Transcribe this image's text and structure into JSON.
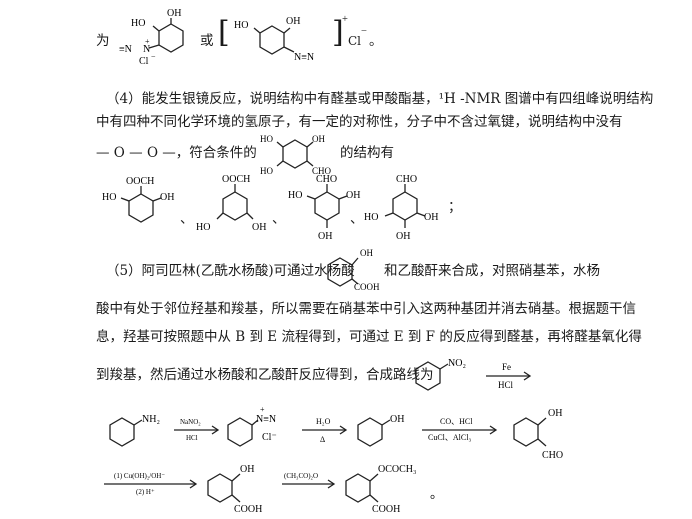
{
  "line1": {
    "prefix": "为",
    "or": "或",
    "plus": "+",
    "period": "。"
  },
  "mol_a": {
    "oh1": "HO",
    "oh2": "OH",
    "n2": "N",
    "n_eq": "≡N",
    "cl": "Cl",
    "plus": "+",
    "minus": "−"
  },
  "mol_b": {
    "oh1": "HO",
    "oh2": "OH",
    "n_eq": "N≡N",
    "cl": "Cl",
    "minus": "−"
  },
  "part4": {
    "l1": "（4）能发生银镜反应，说明结构中有醛基或甲酸酯基，¹H -NMR 图谱中有四组峰说明结构",
    "l2": "中有四种不同化学环境的氢原子，有一定的对称性，分子中不含过氧键，说明结构中没有",
    "l3a": "— O — O —，符合条件的",
    "l3b": "的结构有",
    "q_mol": {
      "ho": "HO",
      "oh_top": "OH",
      "ho2": "HO",
      "cho": "CHO"
    }
  },
  "isomers": [
    {
      "top": "OOCH",
      "left": "HO",
      "right": "OH",
      "bottom": ""
    },
    {
      "top": "OOCH",
      "left": "HO",
      "right": "OH",
      "bottom": ""
    },
    {
      "top": "CHO",
      "left": "HO",
      "right": "OH",
      "bottom": "OH"
    },
    {
      "top": "CHO",
      "left": "HO",
      "right": "OH",
      "bottom": "OH"
    }
  ],
  "isomer_sep": "、",
  "isomer_end": "；",
  "part5": {
    "l1a": "（5）阿司匹林(乙酰水杨酸)可通过水杨酸",
    "l1b": "和乙酸酐来合成，对照硝基苯，水杨",
    "sal": {
      "oh": "OH",
      "cooh": "COOH"
    },
    "l2": "酸中有处于邻位羟基和羧基，所以需要在硝基苯中引入这两种基团并消去硝基。根据题干信",
    "l3": "息，羟基可按照题中从 B 到 E 流程得到，可通过 E 到 F 的反应得到醛基，再将醛基氧化得",
    "l4": "到羧基，然后通过水杨酸和乙酸酐反应得到，合成路线为"
  },
  "route": {
    "no2": "NO₂",
    "fe": "Fe",
    "hcl": "HCl",
    "nh2": "NH₂",
    "nano2": "NaNO₂",
    "hcl2": "HCl",
    "n_plus": "+",
    "n_eq": "N≡N",
    "cl": "Cl⁻",
    "h2o": "H₂O",
    "delta": "Δ",
    "oh": "OH",
    "co_hcl": "CO、HCl",
    "cucl": "CuCl、AlCl₃",
    "oh2": "OH",
    "cho": "CHO",
    "step5_top": "(1) Cu(OH)₂/OH⁻",
    "step5_bot": "(2) H⁺",
    "oh3": "OH",
    "cooh": "COOH",
    "ac2o": "(CH₃CO)₂O",
    "ococh3": "OCOCH₃",
    "cooh2": "COOH",
    "period": "。"
  }
}
